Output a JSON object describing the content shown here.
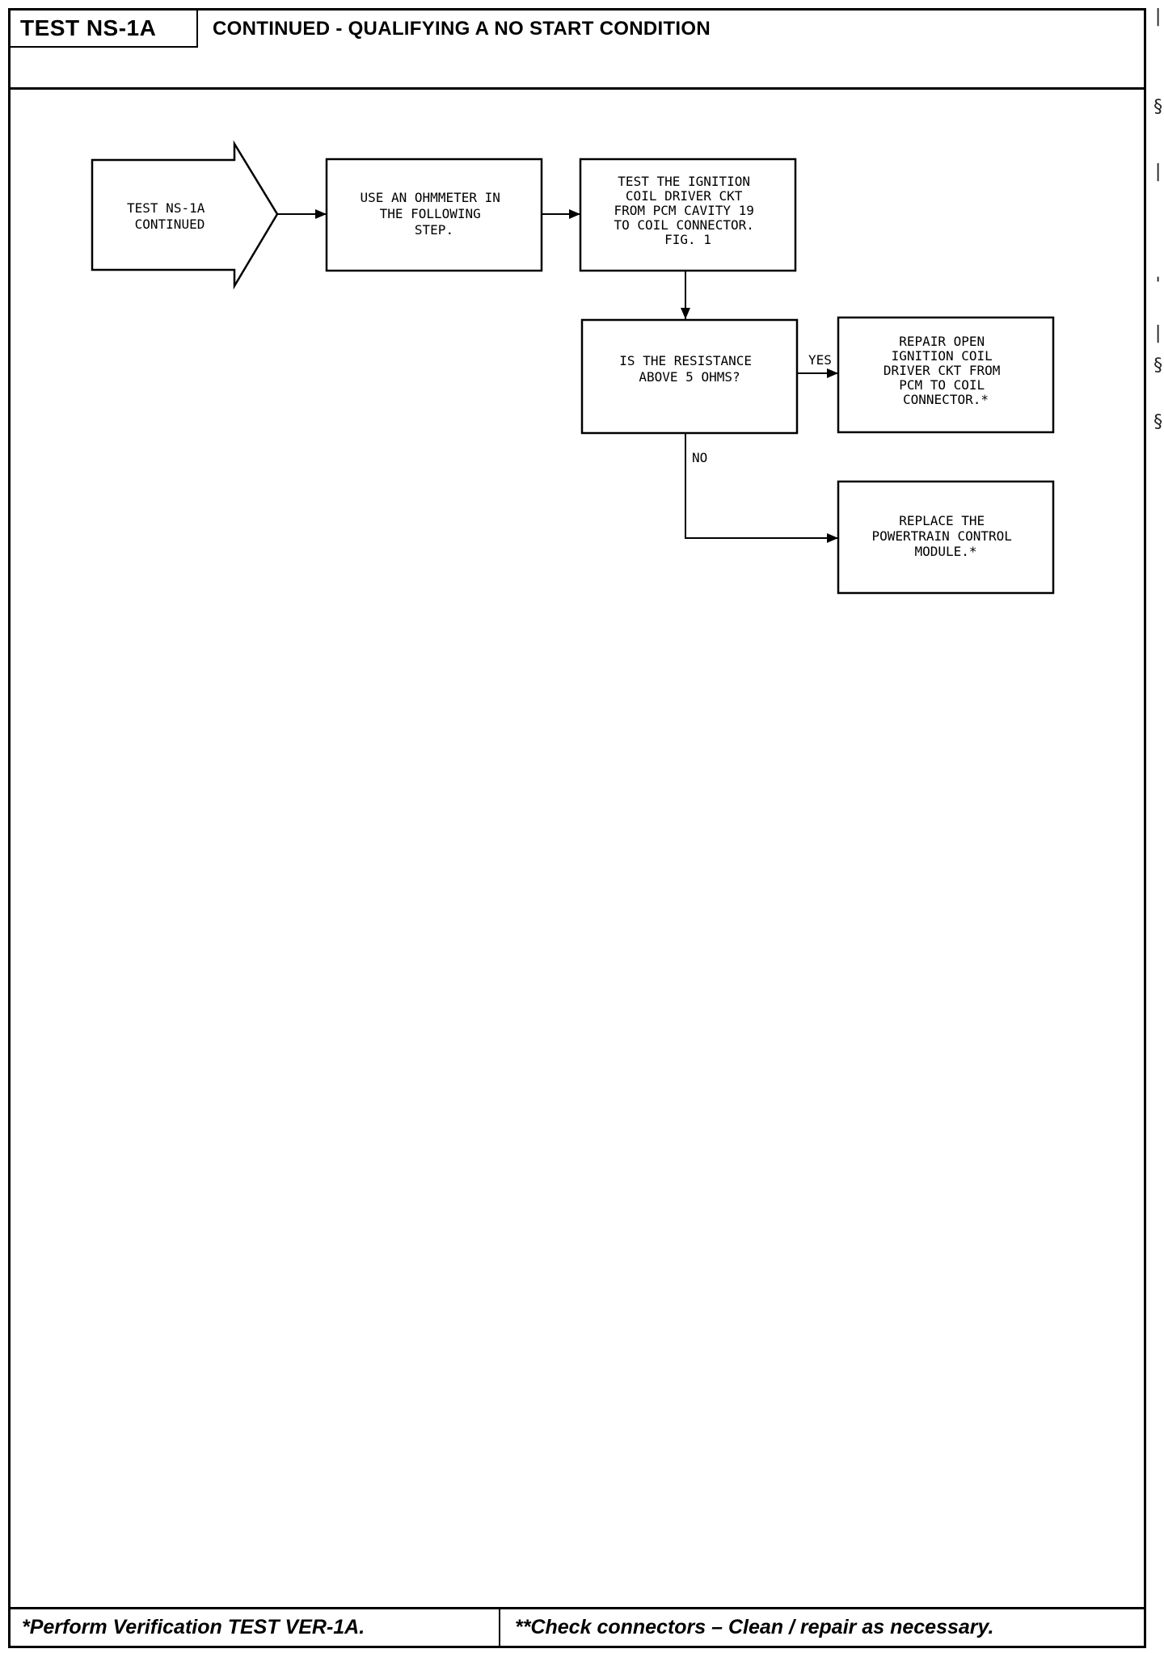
{
  "header": {
    "test_id": "TEST NS-1A",
    "title": "CONTINUED - QUALIFYING A NO START CONDITION"
  },
  "flowchart": {
    "entry": [
      "TEST NS-1A",
      "CONTINUED"
    ],
    "step_ohmmeter": [
      "USE AN OHMMETER IN",
      "THE FOLLOWING",
      "STEP."
    ],
    "step_test_circuit": [
      "TEST THE IGNITION",
      "COIL DRIVER CKT",
      "FROM PCM CAVITY 19",
      "TO COIL CONNECTOR.",
      "FIG. 1"
    ],
    "decision_resistance": [
      "IS THE RESISTANCE",
      "ABOVE 5 OHMS?"
    ],
    "yes_label": "YES",
    "no_label": "NO",
    "action_repair": [
      "REPAIR OPEN",
      "IGNITION COIL",
      "DRIVER CKT FROM",
      "PCM TO COIL",
      "CONNECTOR.*"
    ],
    "action_replace": [
      "REPLACE THE",
      "POWERTRAIN CONTROL",
      "MODULE.*"
    ]
  },
  "footer": {
    "left_note": "*Perform Verification TEST VER-1A.",
    "right_note": "**Check connectors – Clean / repair as necessary."
  }
}
